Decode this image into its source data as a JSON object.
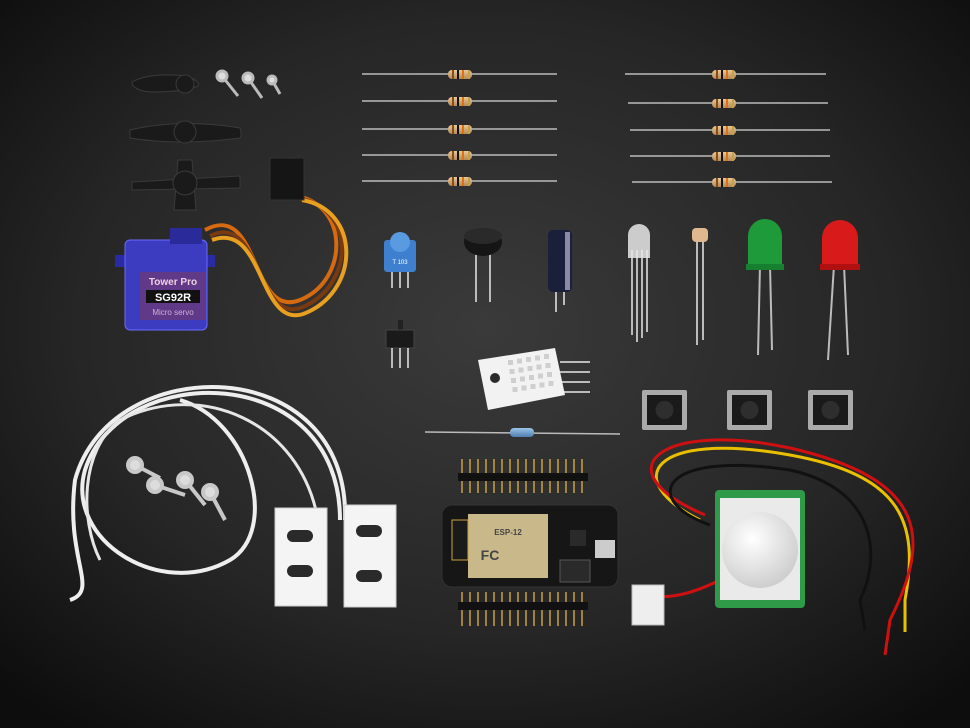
{
  "servo": {
    "brand": "Tower Pro",
    "model": "SG92R",
    "type": "Micro servo"
  },
  "potentiometer": {
    "marking": "T 103"
  },
  "wifi_module": {
    "marking": "ESP-12",
    "fcc_logo": "FC"
  },
  "colors": {
    "background": "#2b2b2b",
    "servo_body": "#3b3cc0",
    "led_green": "#1f9a3a",
    "led_red": "#d81a1a",
    "pot_blue": "#3f7fd0",
    "pir_board": "#2f9a48"
  }
}
